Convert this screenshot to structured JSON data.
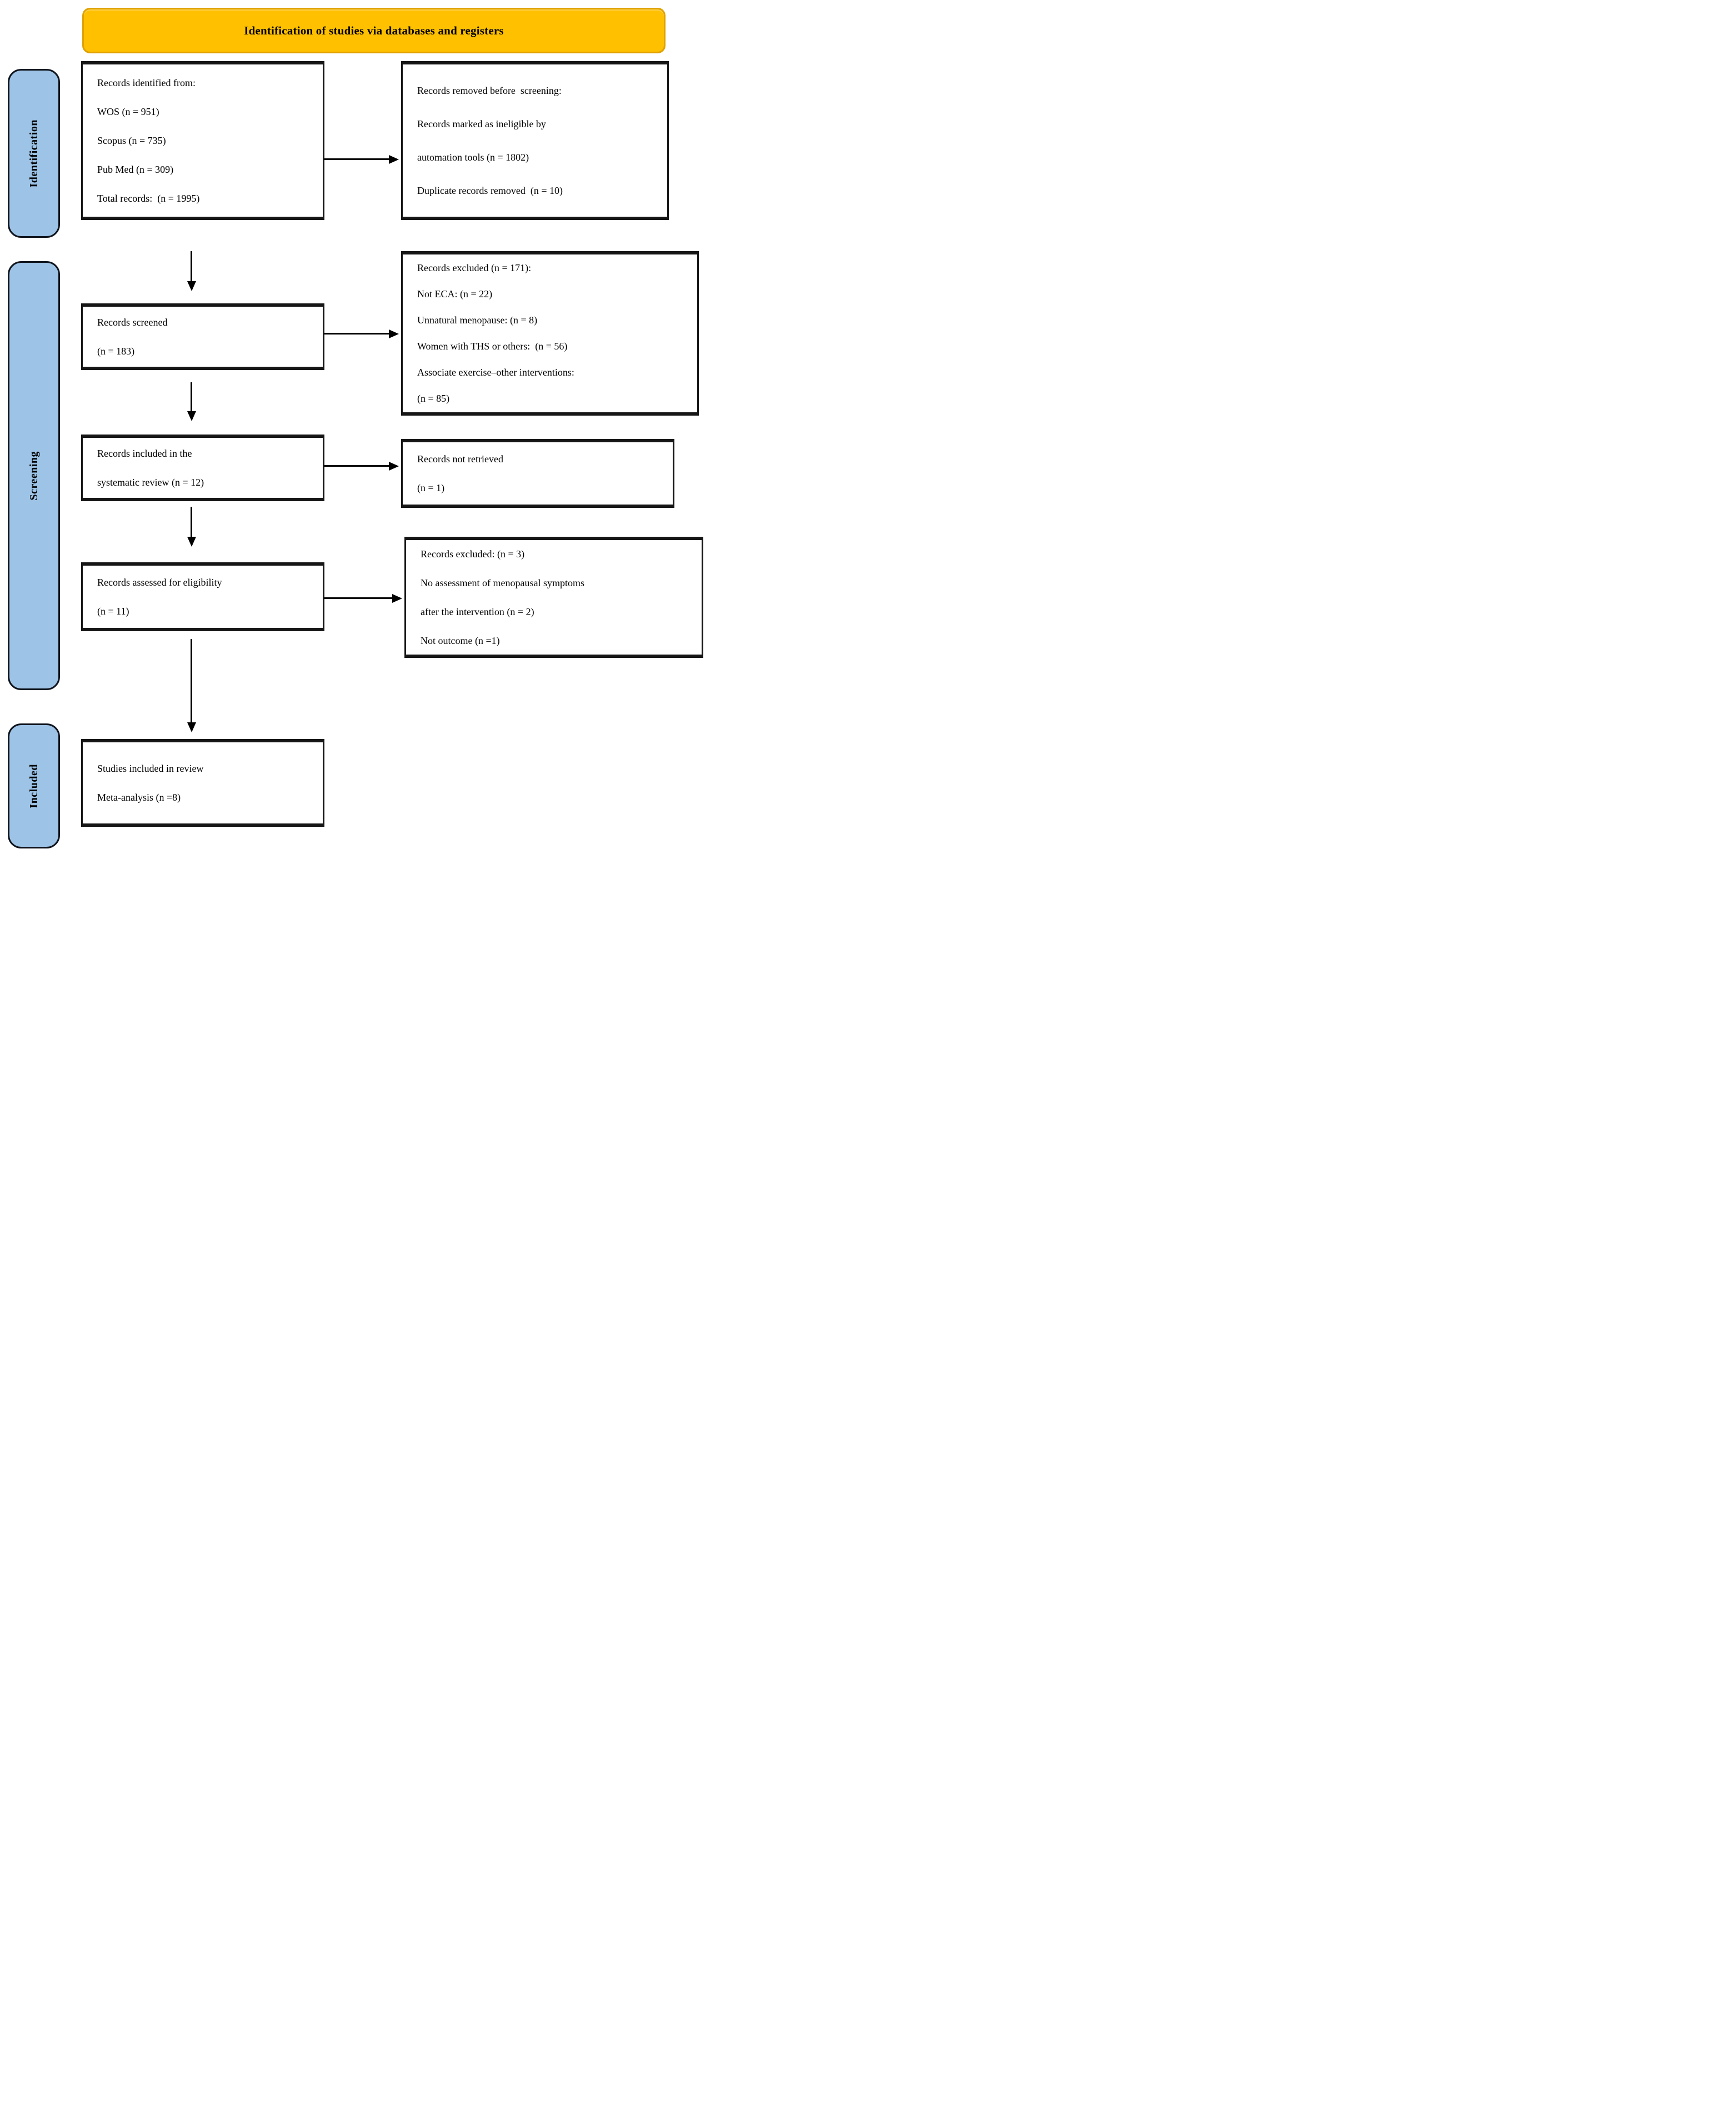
{
  "colors": {
    "banner_bg": "#FFC000",
    "banner_border": "#DFA200",
    "sidebar_bg": "#9DC3E6",
    "box_border": "#161616",
    "text": "#000000"
  },
  "banner": {
    "title": "Identification of studies via databases and registers"
  },
  "sidebar": {
    "identification": "Identification",
    "screening": "Screening",
    "included": "Included"
  },
  "flow": {
    "left_column": [
      {
        "name": "records-identified",
        "lines": [
          "Records identified from:",
          "WOS (n = 951)",
          "Scopus (n = 735)",
          "Pub Med (n = 309)",
          "Total records:  (n = 1995)"
        ]
      },
      {
        "name": "records-screened",
        "lines": [
          "Records screened",
          "(n = 183)"
        ]
      },
      {
        "name": "records-included-systematic-review",
        "lines": [
          "Records included in the",
          "systematic review (n = 12)"
        ]
      },
      {
        "name": "records-assessed-for-eligibility",
        "lines": [
          "Records assessed for eligibility",
          "(n = 11)"
        ]
      },
      {
        "name": "studies-included-in-review",
        "lines": [
          "Studies included in review",
          "Meta-analysis (n =8)"
        ]
      }
    ],
    "right_column": [
      {
        "name": "records-removed-before-screening",
        "lines": [
          "Records removed before  screening:",
          "Records marked as ineligible by",
          "automation tools (n = 1802)",
          "Duplicate records removed  (n = 10)"
        ]
      },
      {
        "name": "records-excluded-screening",
        "lines": [
          "Records excluded (n = 171):",
          "Not ECA: (n = 22)",
          "Unnatural menopause: (n = 8)",
          "Women with THS or others:  (n = 56)",
          "Associate exercise–other interventions:",
          "(n = 85)"
        ]
      },
      {
        "name": "records-not-retrieved",
        "lines": [
          "Records not retrieved",
          "(n = 1)"
        ]
      },
      {
        "name": "records-excluded-eligibility",
        "lines": [
          "Records excluded: (n = 3)",
          "No assessment of menopausal symptoms",
          "after the intervention (n = 2)",
          "Not outcome (n =1)"
        ]
      }
    ]
  }
}
